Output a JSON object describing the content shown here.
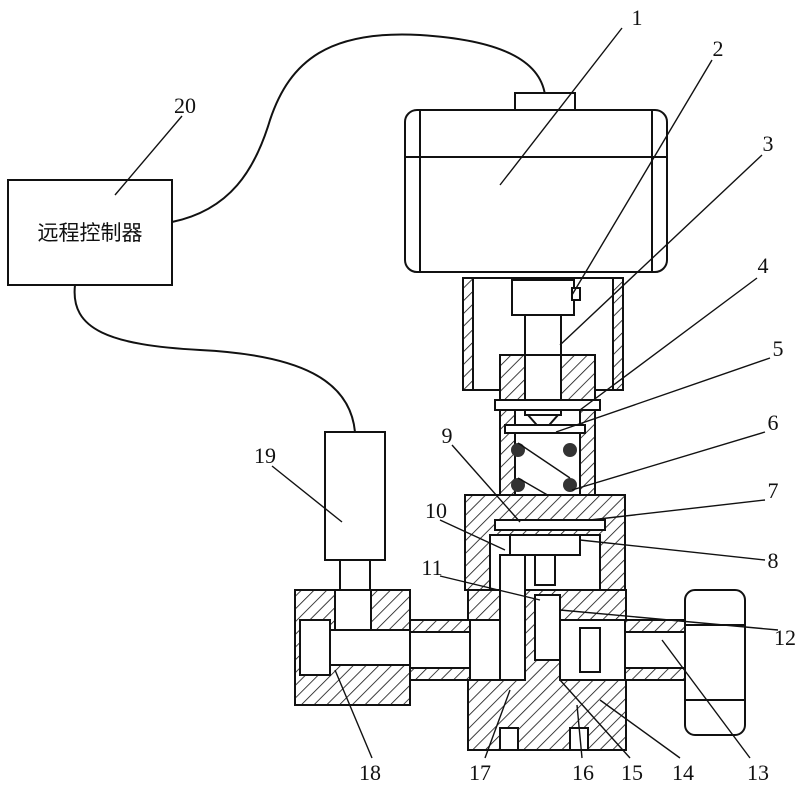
{
  "controller": {
    "label": "远程控制器",
    "number": "20"
  },
  "labels": [
    {
      "id": "1",
      "text": "1"
    },
    {
      "id": "2",
      "text": "2"
    },
    {
      "id": "3",
      "text": "3"
    },
    {
      "id": "4",
      "text": "4"
    },
    {
      "id": "5",
      "text": "5"
    },
    {
      "id": "6",
      "text": "6"
    },
    {
      "id": "7",
      "text": "7"
    },
    {
      "id": "8",
      "text": "8"
    },
    {
      "id": "9",
      "text": "9"
    },
    {
      "id": "10",
      "text": "10"
    },
    {
      "id": "11",
      "text": "11"
    },
    {
      "id": "12",
      "text": "12"
    },
    {
      "id": "13",
      "text": "13"
    },
    {
      "id": "14",
      "text": "14"
    },
    {
      "id": "15",
      "text": "15"
    },
    {
      "id": "16",
      "text": "16"
    },
    {
      "id": "17",
      "text": "17"
    },
    {
      "id": "18",
      "text": "18"
    },
    {
      "id": "19",
      "text": "19"
    },
    {
      "id": "20",
      "text": "20"
    }
  ],
  "colors": {
    "line": "#111111",
    "background": "#ffffff"
  }
}
